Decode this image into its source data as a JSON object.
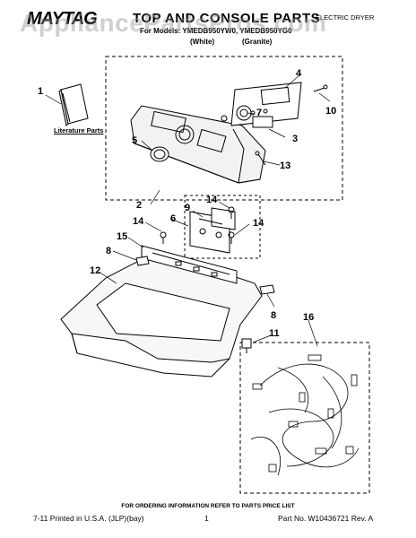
{
  "header": {
    "brand": "MAYTAG",
    "title": "TOP AND CONSOLE PARTS",
    "product": "ELECTRIC DRYER",
    "models_line": "For Models: YMEDB950YW0, YMEDB950YG0",
    "variant_white": "(White)",
    "variant_granite": "(Granite)"
  },
  "watermark": "AppliancePartsPros.com",
  "diagram": {
    "literature_label": "Literature Parts",
    "callouts": [
      "1",
      "2",
      "3",
      "4",
      "5",
      "6",
      "7",
      "8",
      "8",
      "9",
      "10",
      "11",
      "12",
      "13",
      "14",
      "14",
      "14",
      "15",
      "16"
    ]
  },
  "footer": {
    "ordering_info": "FOR ORDERING INFORMATION REFER TO PARTS PRICE LIST",
    "print_info": "7-11 Printed in U.S.A. (JLP)(bay)",
    "page_number": "1",
    "part_number": "Part No. W10436721 Rev. A"
  }
}
